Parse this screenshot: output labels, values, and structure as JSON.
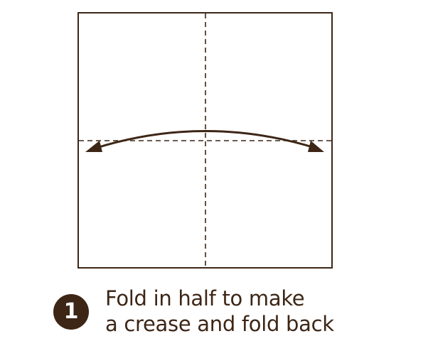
{
  "colors": {
    "ink": "#3d2616",
    "paper_fill": "#ffffff",
    "paper_border": "#3d2616",
    "badge_text": "#ffffff"
  },
  "step": {
    "number": "1",
    "instruction_lines": [
      "Fold in half to make",
      "a crease and fold back"
    ]
  },
  "diagram": {
    "paper": "square",
    "crease_lines": [
      "vertical",
      "horizontal"
    ],
    "crease_style": "dashed",
    "arrow": "double-headed-curved",
    "arrow_direction": "left-right"
  }
}
